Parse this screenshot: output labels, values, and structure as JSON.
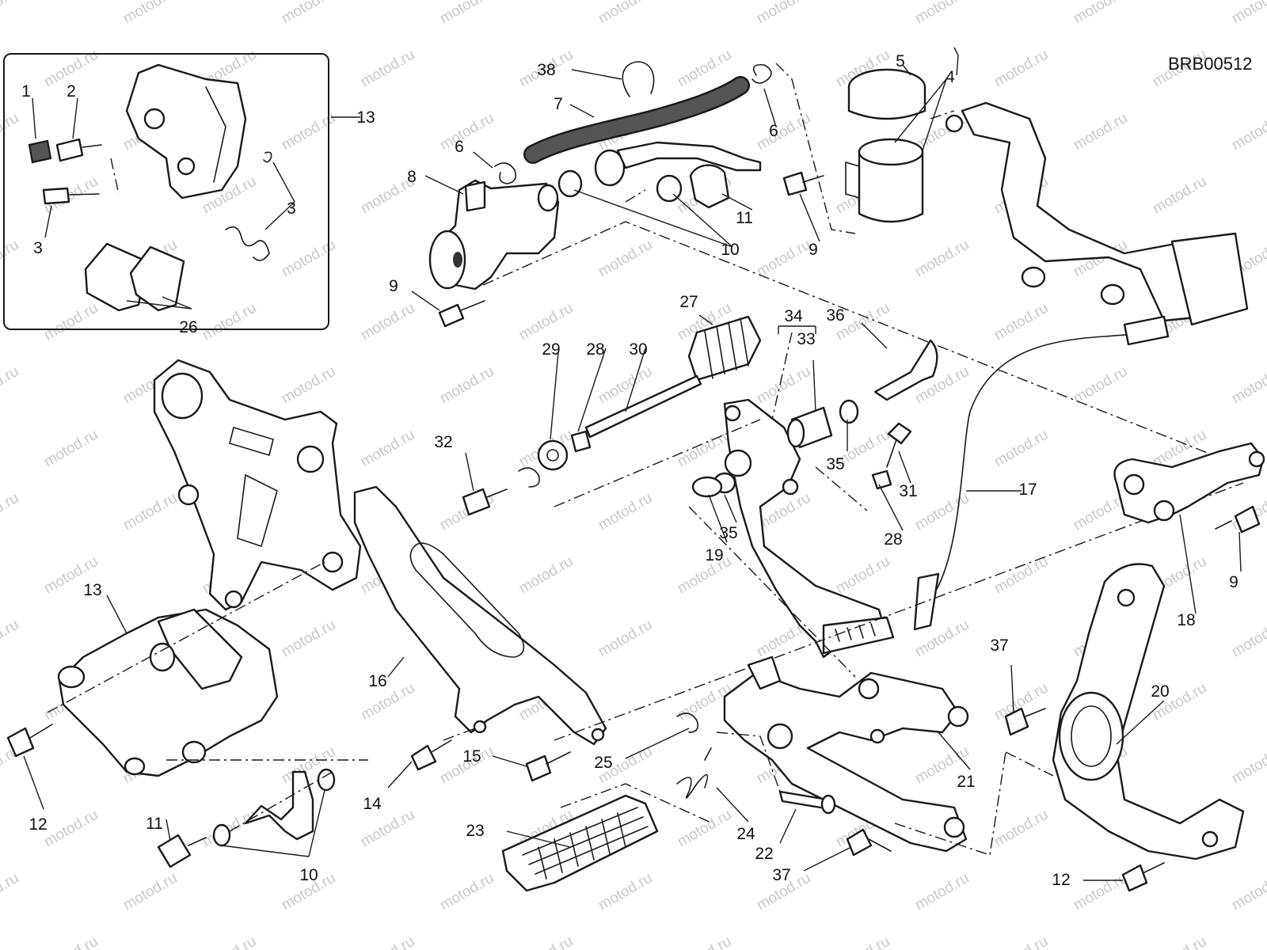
{
  "drawing_code": "BRB00512",
  "watermark_text": "motod.ru",
  "colors": {
    "line": "#1a1a1a",
    "hose": "#555555",
    "watermark": "#c8c8c8",
    "background": "#ffffff"
  },
  "labels": {
    "l1": "1",
    "l2": "2",
    "l3a": "3",
    "l3b": "3",
    "l4": "4",
    "l5": "5",
    "l6a": "6",
    "l6b": "6",
    "l7": "7",
    "l8": "8",
    "l9a": "9",
    "l9b": "9",
    "l9c": "9",
    "l10a": "10",
    "l10b": "10",
    "l11a": "11",
    "l11b": "11",
    "l12a": "12",
    "l12b": "12",
    "l13a": "13",
    "l13b": "13",
    "l14": "14",
    "l15": "15",
    "l16": "16",
    "l17": "17",
    "l18": "18",
    "l19": "19",
    "l20": "20",
    "l21": "21",
    "l22": "22",
    "l23": "23",
    "l24": "24",
    "l25": "25",
    "l26": "26",
    "l27": "27",
    "l28a": "28",
    "l28b": "28",
    "l29": "29",
    "l30": "30",
    "l31": "31",
    "l32": "32",
    "l33": "33",
    "l34": "34",
    "l35a": "35",
    "l35b": "35",
    "l36": "36",
    "l37a": "37",
    "l37b": "37",
    "l38": "38"
  }
}
